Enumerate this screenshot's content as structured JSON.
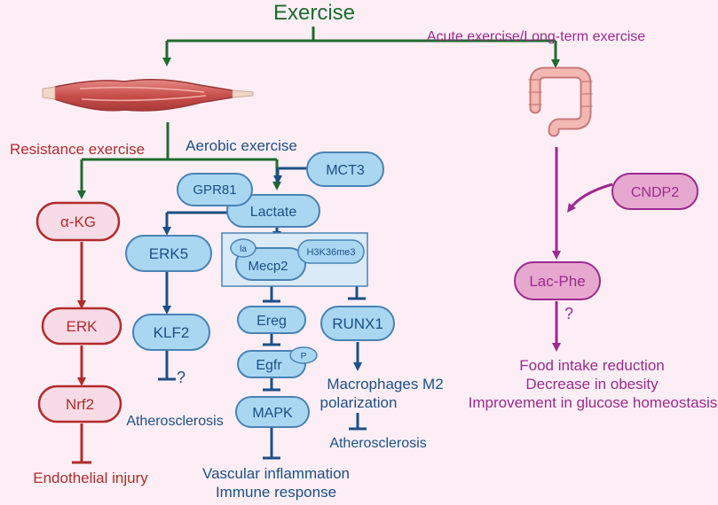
{
  "title": "Exercise",
  "branches": {
    "acute": "Acute exercise/Long-term exercise",
    "resistance": "Resistance exercise",
    "aerobic": "Aerobic exercise"
  },
  "nodes": {
    "akg": "α-KG",
    "erk": "ERK",
    "nrf2": "Nrf2",
    "gpr81": "GPR81",
    "lactate": "Lactate",
    "mct3": "MCT3",
    "erk5": "ERK5",
    "klf2": "KLF2",
    "la": "la",
    "mecp2": "Mecp2",
    "h3k36me3": "H3K36me3",
    "ereg": "Ereg",
    "egfr": "Egfr",
    "p": "P",
    "mapk": "MAPK",
    "runx1": "RUNX1",
    "cndp2": "CNDP2",
    "lacphe": "Lac-Phe"
  },
  "outcomes": {
    "endothelial": "Endothelial injury",
    "athero_left": "Atherosclerosis",
    "question1": "?",
    "vascular": "Vascular inflammation",
    "immune": "Immune response",
    "macro1": "Macrophages M2",
    "macro2": "polarization",
    "athero_right": "Atherosclerosis",
    "question2": "?",
    "food": "Food intake reduction",
    "obesity": "Decrease in obesity",
    "glucose": "Improvement in glucose homeostasis"
  },
  "colors": {
    "background": "#fdeef6",
    "green": "#1e6b2e",
    "red": "#b22b2b",
    "blue": "#1b4f86",
    "purple": "#9c2a8e",
    "blueFill": "#a9d7f2",
    "pinkFill": "#f7dbe6",
    "purpleFill": "#e6a8cf"
  },
  "icons": [
    "muscle-icon",
    "intestine-icon"
  ]
}
